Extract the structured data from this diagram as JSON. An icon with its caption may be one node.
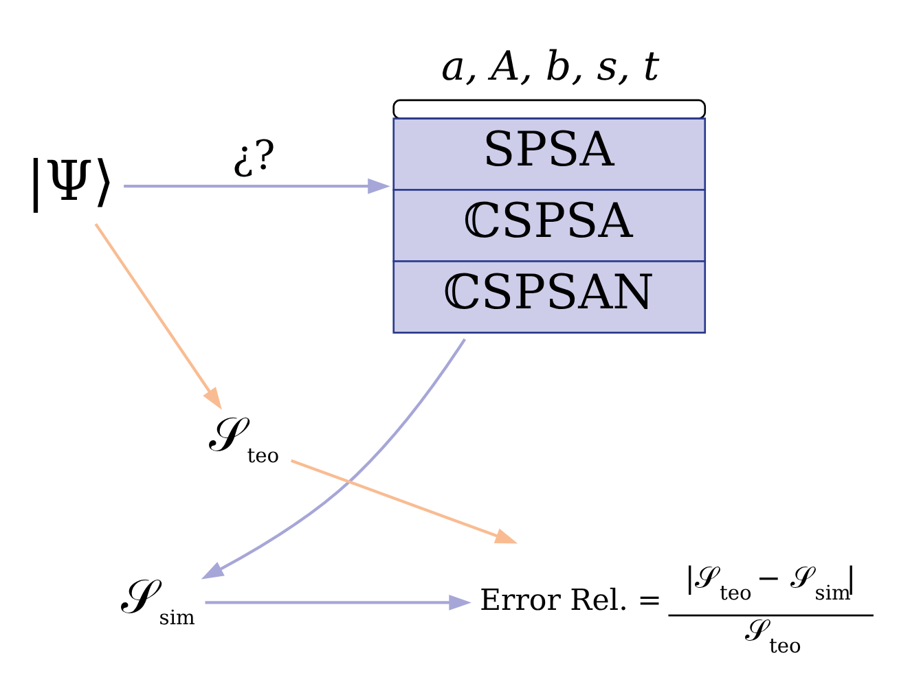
{
  "diagram": {
    "nodes": [
      {
        "text": [
          "|Ψ⟩"
        ]
      },
      {
        "text": [
          "SPSA",
          "ℂSPSA",
          "ℂSPSAN"
        ],
        "beside": [
          "a, A, b, s, t"
        ]
      },
      {
        "text": [
          "𝒮$_{teo}$"
        ]
      },
      {
        "text": [
          "𝒮$_{sim}$"
        ]
      },
      {
        "text": [
          "Error Rel. =",
          "|𝒮$_{teo}$ − 𝒮$_{sim}$|",
          "𝒮$_{teo}$"
        ]
      }
    ],
    "edges": [
      {
        "from": 0,
        "to": 1,
        "arrow": "to",
        "label": "¿?",
        "color": "#a6a6d8"
      },
      {
        "from": 0,
        "to": 2,
        "arrow": "to",
        "color": "#f9bc92"
      },
      {
        "from": 1,
        "to": 3,
        "arrow": "to",
        "color": "#a6a6d8"
      },
      {
        "from": 3,
        "to": 4,
        "arrow": "to",
        "color": "#a6a6d8"
      },
      {
        "from": 2,
        "to": 4,
        "arrow": "to",
        "color": "#f9bc92"
      }
    ]
  }
}
